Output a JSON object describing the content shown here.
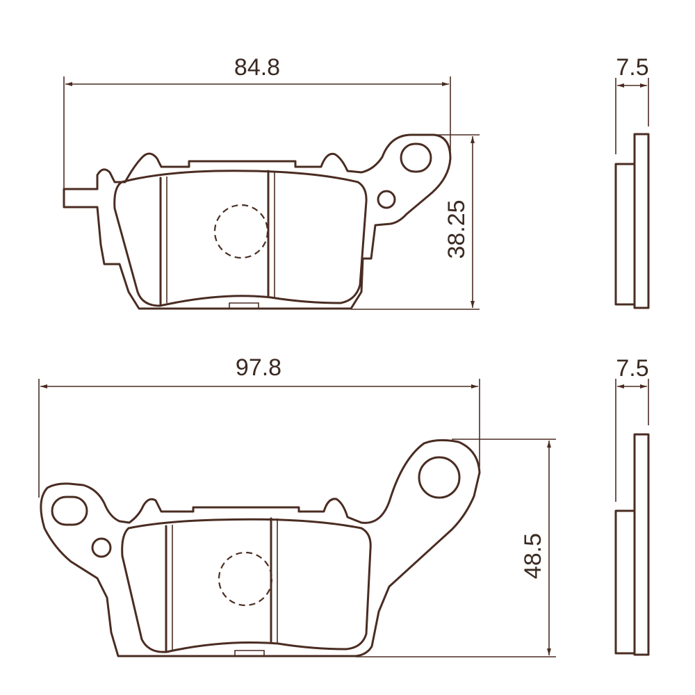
{
  "diagram": {
    "stroke_color": "#4a2c22",
    "text_color": "#3a2a22",
    "top_pad": {
      "width_label": "84.8",
      "height_label": "38.25",
      "thickness_label": "7.5"
    },
    "bottom_pad": {
      "width_label": "97.8",
      "height_label": "48.5",
      "thickness_label": "7.5"
    }
  }
}
